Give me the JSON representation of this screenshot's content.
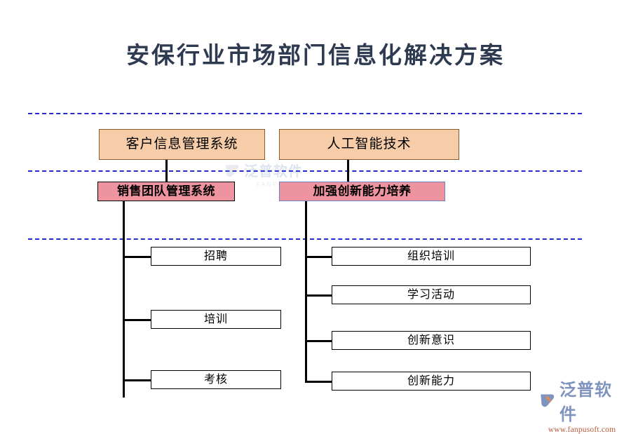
{
  "title": "安保行业市场部门信息化解决方案",
  "colors": {
    "title_text": "#2e3a50",
    "level1_fill": "#f6cda8",
    "level1_border": "#8a5a2b",
    "level2_fill": "#ee94a0",
    "level2_border_left": "#000000",
    "level2_border_right": "#6f7fc4",
    "leaf_fill": "#ffffff",
    "leaf_border": "#000000",
    "divider_line": "#1a20c8",
    "connector": "#000000",
    "logo_text": "#7f93bf",
    "logo_url": "#b45a3c"
  },
  "diagram": {
    "type": "org-tree",
    "level1": [
      {
        "id": "customer-info-system",
        "label": "客户信息管理系统"
      },
      {
        "id": "ai-technology",
        "label": "人工智能技术"
      }
    ],
    "level2": [
      {
        "id": "sales-team-system",
        "label": "销售团队管理系统",
        "parent": "customer-info-system"
      },
      {
        "id": "strengthen-innovation",
        "label": "加强创新能力培养",
        "parent": "ai-technology"
      }
    ],
    "branches": [
      {
        "id": "left-branch",
        "parent": "sales-team-system",
        "leaves": [
          {
            "id": "recruitment",
            "label": "招聘"
          },
          {
            "id": "training",
            "label": "培训"
          },
          {
            "id": "assessment",
            "label": "考核"
          }
        ]
      },
      {
        "id": "right-branch",
        "parent": "strengthen-innovation",
        "leaves": [
          {
            "id": "organize-training",
            "label": "组织培训"
          },
          {
            "id": "learning-activities",
            "label": "学习活动"
          },
          {
            "id": "innovation-awareness",
            "label": "创新意识"
          },
          {
            "id": "innovation-capability",
            "label": "创新能力"
          }
        ]
      }
    ]
  },
  "watermark": {
    "name": "泛普软件",
    "subtitle": "FANPU SOFTWARE"
  },
  "logo": {
    "name": "泛普软件",
    "url": "www.fanpusoft.com"
  }
}
